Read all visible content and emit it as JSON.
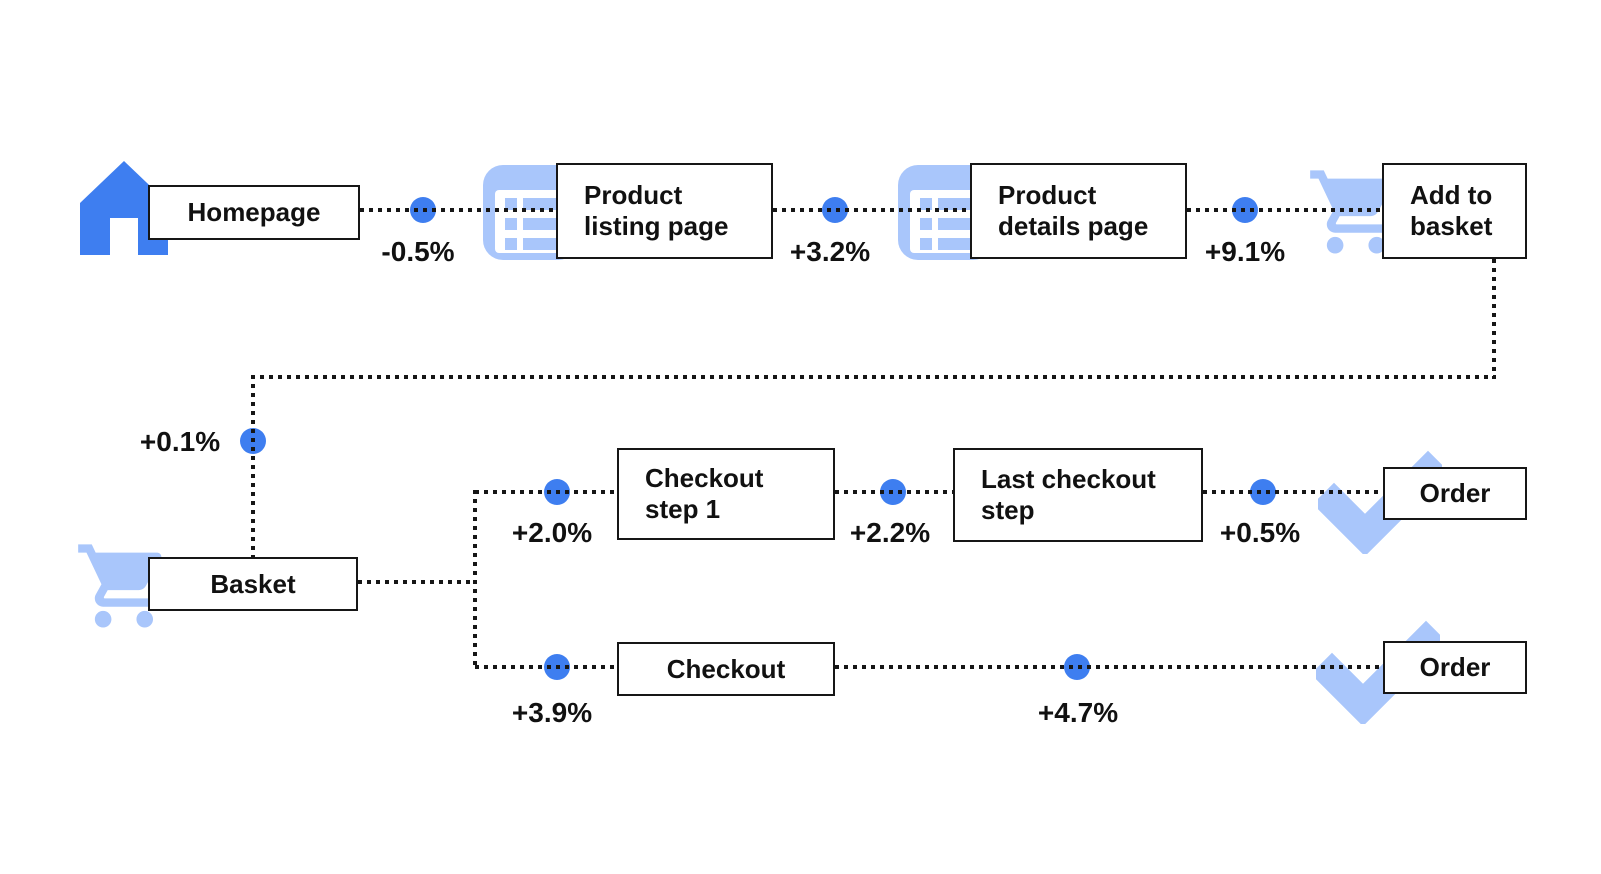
{
  "diagram": {
    "type": "customer-journey-flow",
    "colors": {
      "primary": "#3e7ef0",
      "light": "#a9c6fb",
      "line": "#161616",
      "border": "#161616",
      "text": "#111111",
      "bg": "#ffffff"
    },
    "nodes": [
      {
        "id": "homepage",
        "label": "Homepage",
        "icon": "home-icon"
      },
      {
        "id": "product-listing",
        "label": "Product\nlisting page",
        "icon": "list-page-icon"
      },
      {
        "id": "product-details",
        "label": "Product\ndetails page",
        "icon": "list-page-icon"
      },
      {
        "id": "add-to-basket",
        "label": "Add to\nbasket",
        "icon": "cart-icon"
      },
      {
        "id": "basket",
        "label": "Basket",
        "icon": "cart-icon"
      },
      {
        "id": "checkout-step-1",
        "label": "Checkout\nstep 1",
        "icon": null
      },
      {
        "id": "last-checkout-step",
        "label": "Last checkout\nstep",
        "icon": null
      },
      {
        "id": "order-top",
        "label": "Order",
        "icon": "checkmark-icon"
      },
      {
        "id": "checkout",
        "label": "Checkout",
        "icon": null
      },
      {
        "id": "order-bottom",
        "label": "Order",
        "icon": "checkmark-icon"
      }
    ],
    "deltas": [
      {
        "from": "homepage",
        "to": "product-listing",
        "value": "-0.5%"
      },
      {
        "from": "product-listing",
        "to": "product-details",
        "value": "+3.2%"
      },
      {
        "from": "product-details",
        "to": "add-to-basket",
        "value": "+9.1%"
      },
      {
        "from": "add-to-basket",
        "to": "basket",
        "value": "+0.1%"
      },
      {
        "from": "basket",
        "to": "checkout-step-1",
        "value": "+2.0%"
      },
      {
        "from": "checkout-step-1",
        "to": "last-checkout-step",
        "value": "+2.2%"
      },
      {
        "from": "last-checkout-step",
        "to": "order-top",
        "value": "+0.5%"
      },
      {
        "from": "basket",
        "to": "checkout",
        "value": "+3.9%"
      },
      {
        "from": "checkout",
        "to": "order-bottom",
        "value": "+4.7%"
      }
    ]
  }
}
